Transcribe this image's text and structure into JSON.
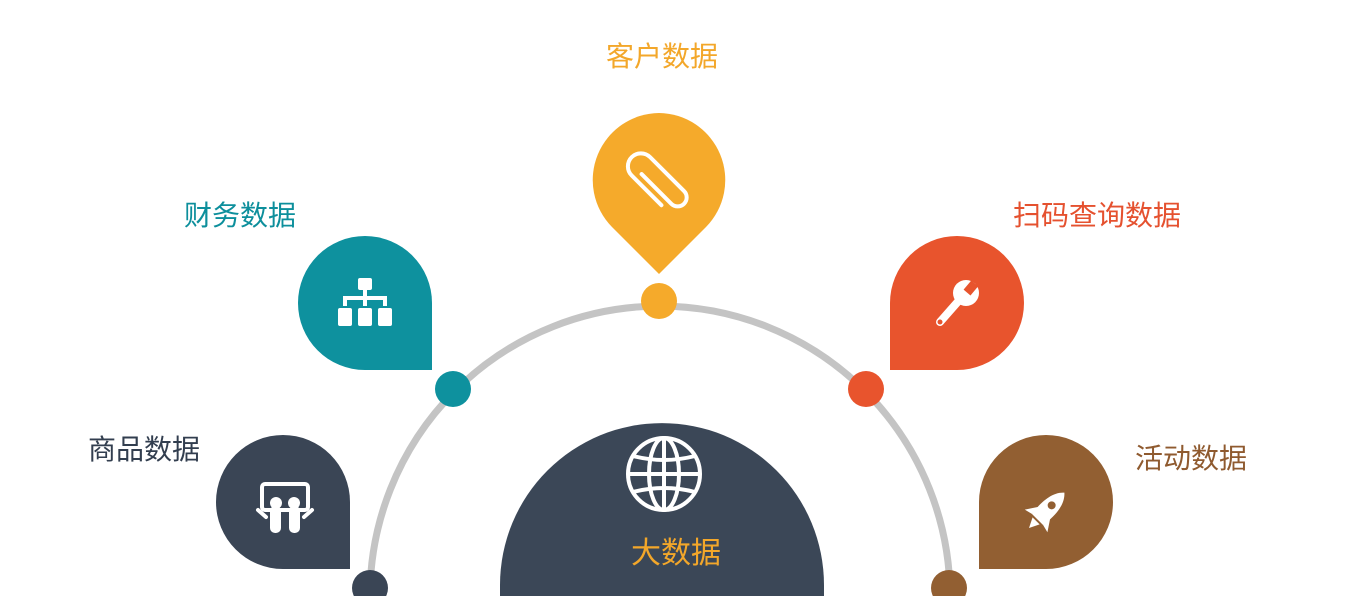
{
  "center": {
    "label": "大数据",
    "icon": "globe-icon",
    "color": "#3b4757",
    "label_color": "#f3a72a"
  },
  "arc_color": "#c4c4c4",
  "nodes": [
    {
      "key": "customer",
      "label": "客户数据",
      "icon": "paperclip-icon",
      "color": "#f5aa2b"
    },
    {
      "key": "finance",
      "label": "财务数据",
      "icon": "sitemap-icon",
      "color": "#0e919e"
    },
    {
      "key": "scan",
      "label": "扫码查询数据",
      "icon": "wrench-icon",
      "color": "#e8542d"
    },
    {
      "key": "product",
      "label": "商品数据",
      "icon": "slideshare-icon",
      "color": "#3a4555"
    },
    {
      "key": "activity",
      "label": "活动数据",
      "icon": "rocket-icon",
      "color": "#925f32"
    }
  ]
}
